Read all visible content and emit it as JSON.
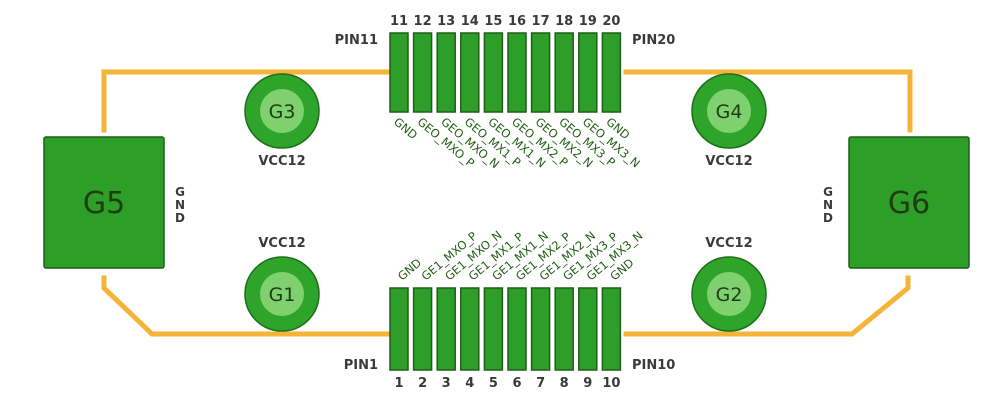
{
  "colors": {
    "trace": "#f5b437",
    "pad_fill": "#2d9e28",
    "pad_stroke": "#1d5f18",
    "circle_outer": "#2ea42a",
    "circle_inner": "#7fd06f",
    "text_dark": "#3a3a3a",
    "signal_text": "#1f5f12"
  },
  "connector": {
    "top_left_label": "PIN11",
    "top_right_label": "PIN20",
    "bottom_left_label": "PIN1",
    "bottom_right_label": "PIN10",
    "top_numbers": [
      "11",
      "12",
      "13",
      "14",
      "15",
      "16",
      "17",
      "18",
      "19",
      "20"
    ],
    "bottom_numbers": [
      "1",
      "2",
      "3",
      "4",
      "5",
      "6",
      "7",
      "8",
      "9",
      "10"
    ],
    "top_signals": [
      "GND",
      "GEO_MXO_P",
      "GEO_MXO_N",
      "GEO_MX1_P",
      "GEO_MX1_N",
      "GEO_MX2_P",
      "GEO_MX2_N",
      "GEO_MX3_P",
      "GEO_MX3_N",
      "GND"
    ],
    "bottom_signals": [
      "GND",
      "GE1_MXO_P",
      "GE1_MXO_N",
      "GE1_MX1_P",
      "GE1_MX1_N",
      "GE1_MX2_P",
      "GE1_MX2_N",
      "GE1_MX3_P",
      "GE1_MX3_N",
      "GND"
    ]
  },
  "mounts": {
    "g1": {
      "label": "G1",
      "caption": "VCC12"
    },
    "g2": {
      "label": "G2",
      "caption": "VCC12"
    },
    "g3": {
      "label": "G3",
      "caption": "VCC12"
    },
    "g4": {
      "label": "G4",
      "caption": "VCC12"
    }
  },
  "pads": {
    "g5": {
      "label": "G5",
      "side_label": "GND"
    },
    "g6": {
      "label": "G6",
      "side_label": "GND"
    }
  }
}
